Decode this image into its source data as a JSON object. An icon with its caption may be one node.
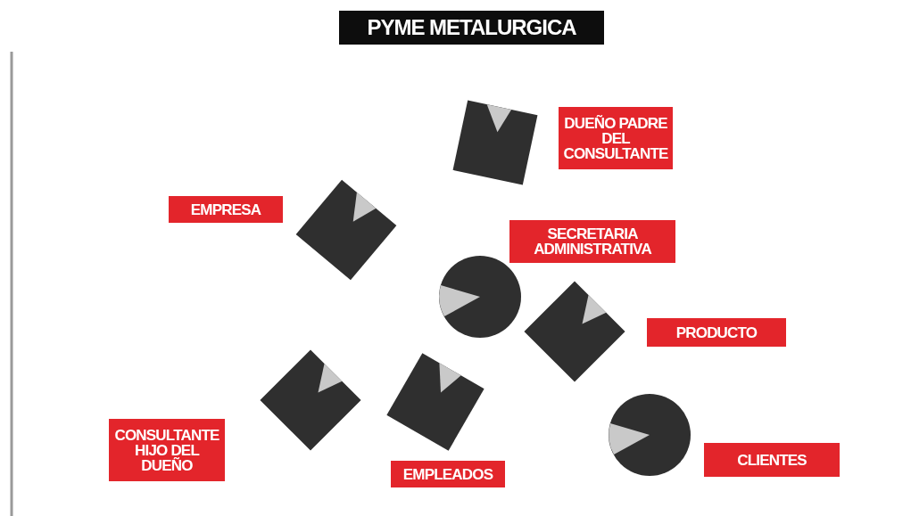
{
  "diagram": {
    "title": "PYME METALURGICA",
    "nodes": [
      {
        "text": [
          "DUEÑO PADRE DEL CONSULTANTE"
        ]
      },
      {
        "text": [
          "EMPRESA"
        ]
      },
      {
        "text": [
          "SECRETARIA ADMINISTRATIVA"
        ]
      },
      {
        "text": [
          "PRODUCTO"
        ]
      },
      {
        "text": [
          "CONSULTANTE HIJO DEL DUEÑO"
        ]
      },
      {
        "text": [
          "EMPLEADOS"
        ]
      },
      {
        "text": [
          "CLIENTES"
        ]
      }
    ]
  }
}
